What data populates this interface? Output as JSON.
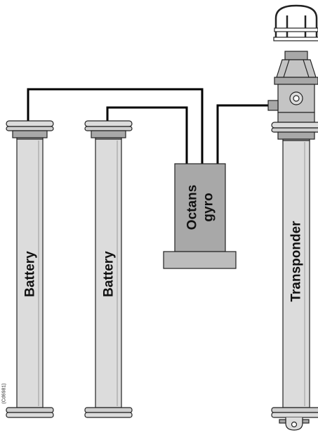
{
  "labels": {
    "battery_1": "Battery",
    "battery_2": "Battery",
    "gyro_line1": "Octans",
    "gyro_line2": "gyro",
    "transponder": "Transponder",
    "figure_ref": "(Cd6981)"
  },
  "colors": {
    "body_fill": "#dcdcdc",
    "band_fill": "#a8a8a8",
    "outline": "#222222",
    "cable": "#000000"
  }
}
